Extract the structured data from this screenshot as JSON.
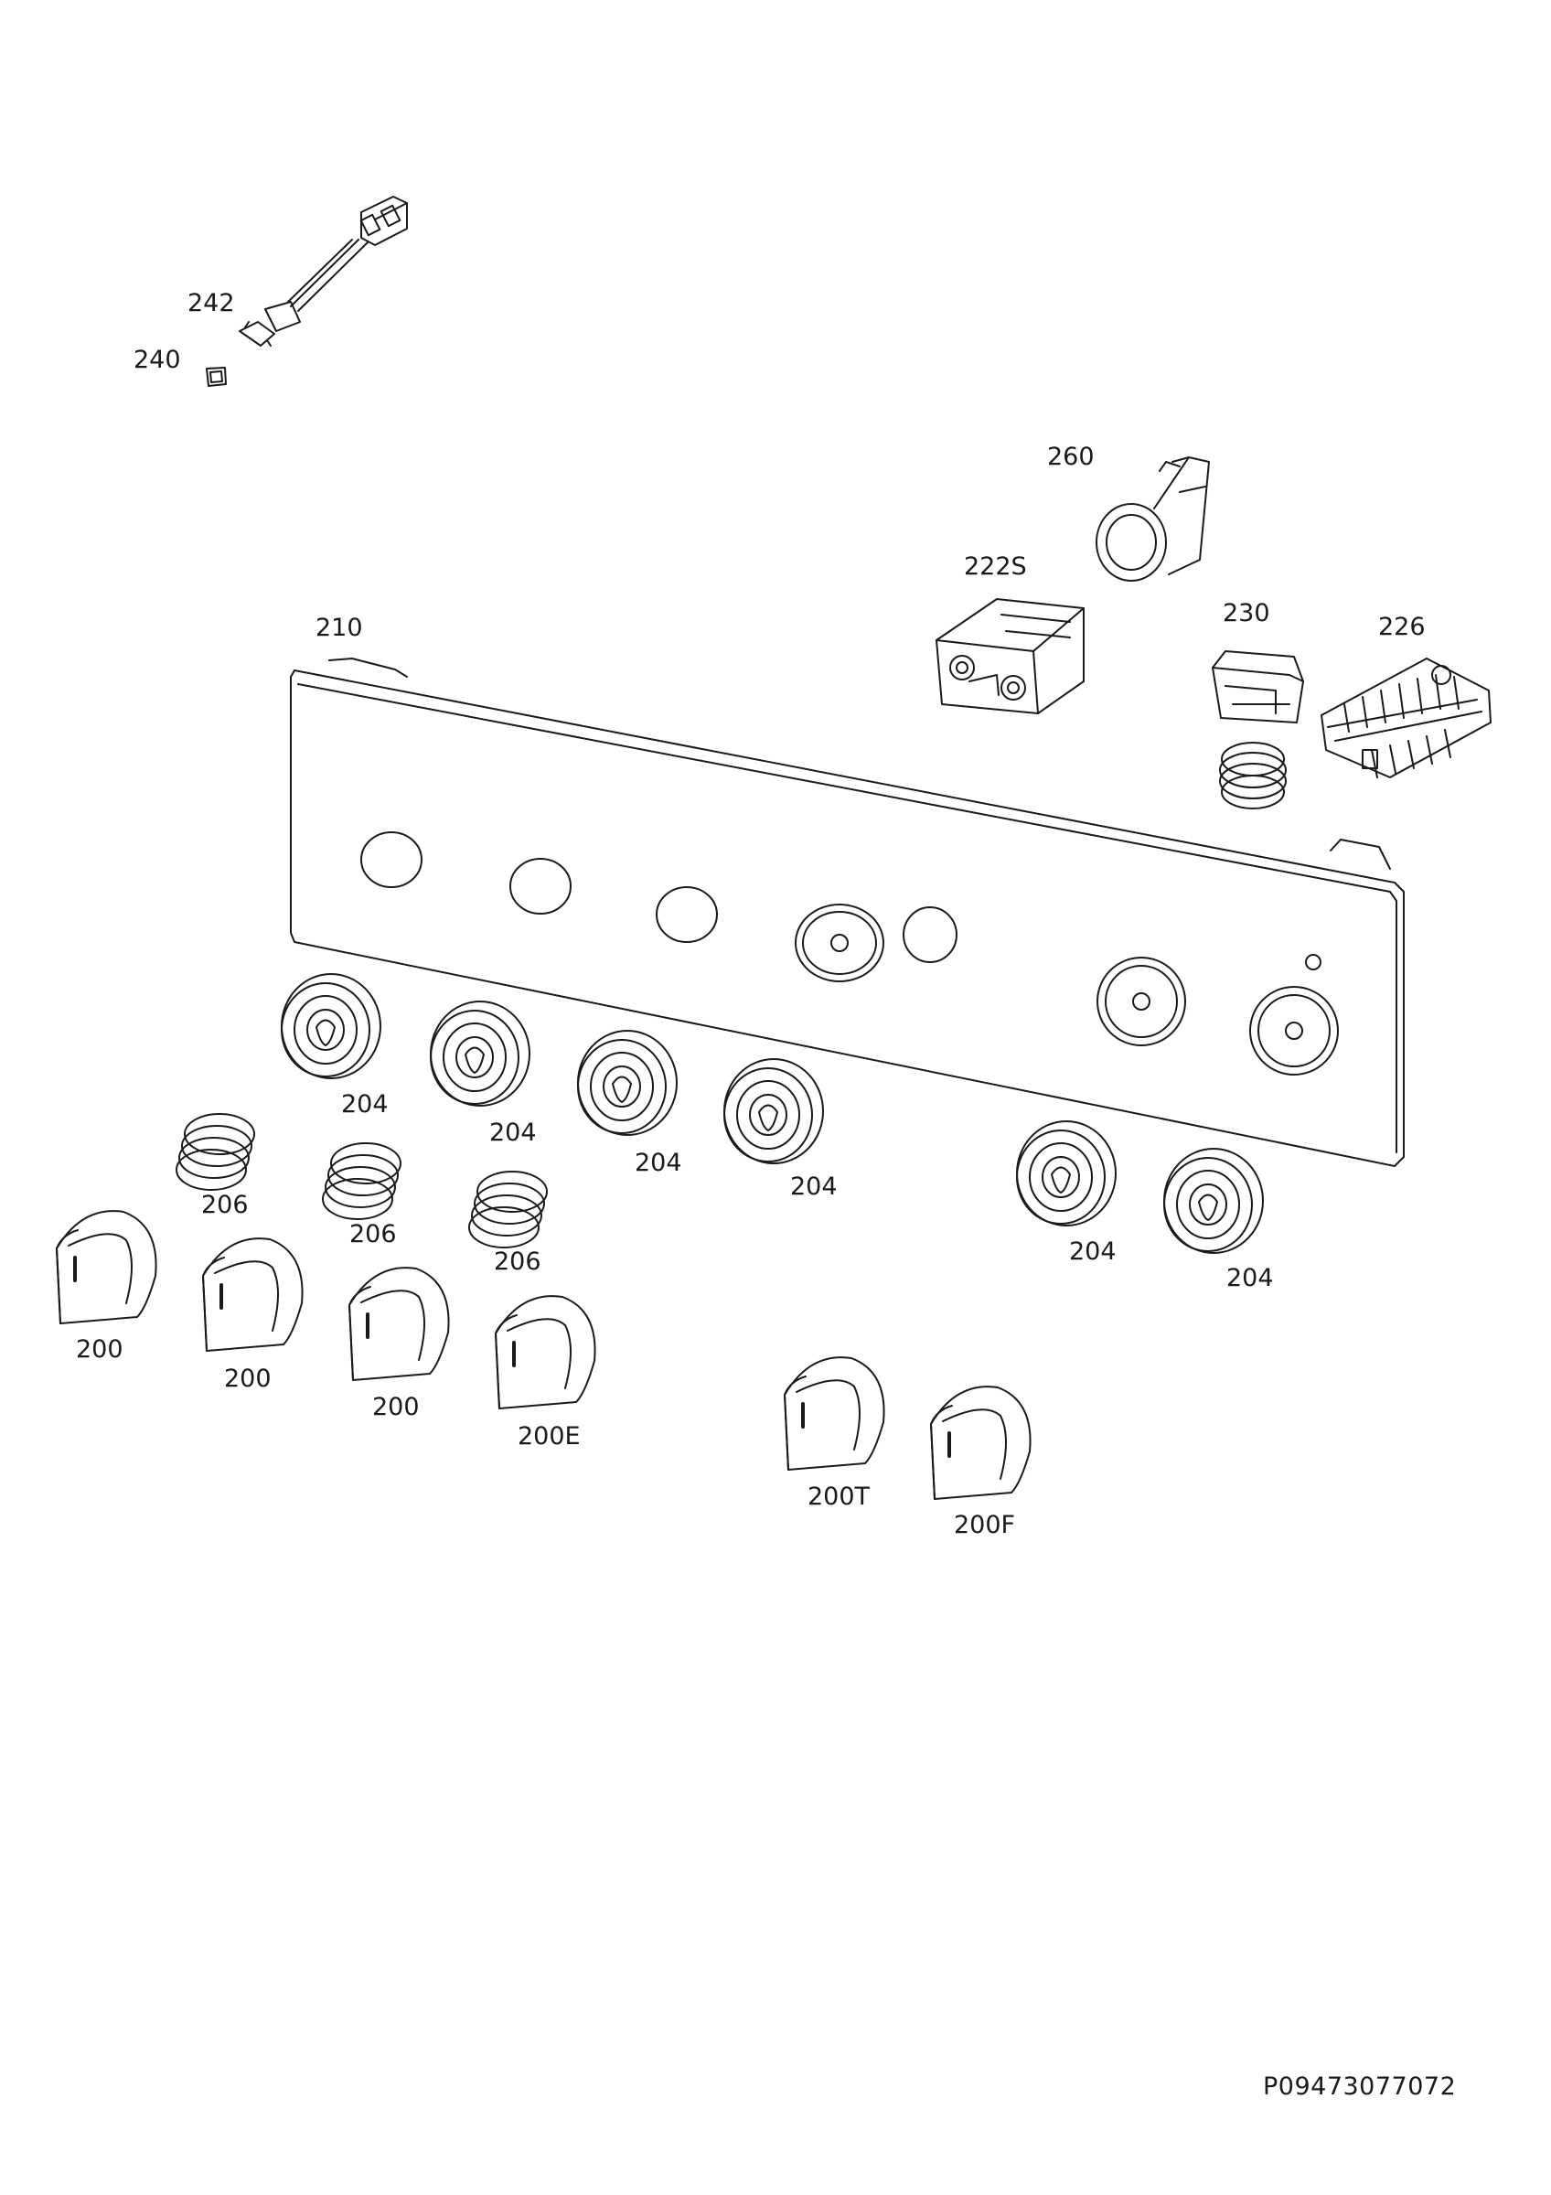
{
  "labels": {
    "l242": "242",
    "l240": "240",
    "l260": "260",
    "l222s": "222S",
    "l210": "210",
    "l230": "230",
    "l226": "226",
    "l204a": "204",
    "l204b": "204",
    "l204c": "204",
    "l204d": "204",
    "l204e": "204",
    "l204f": "204",
    "l206a": "206",
    "l206b": "206",
    "l206c": "206",
    "l200a": "200",
    "l200b": "200",
    "l200c": "200",
    "l200e": "200E",
    "l200t": "200T",
    "l200f": "200F"
  },
  "document_code": "P09473077072",
  "colors": {
    "line": "#1a1a1a",
    "background": "#ffffff"
  }
}
